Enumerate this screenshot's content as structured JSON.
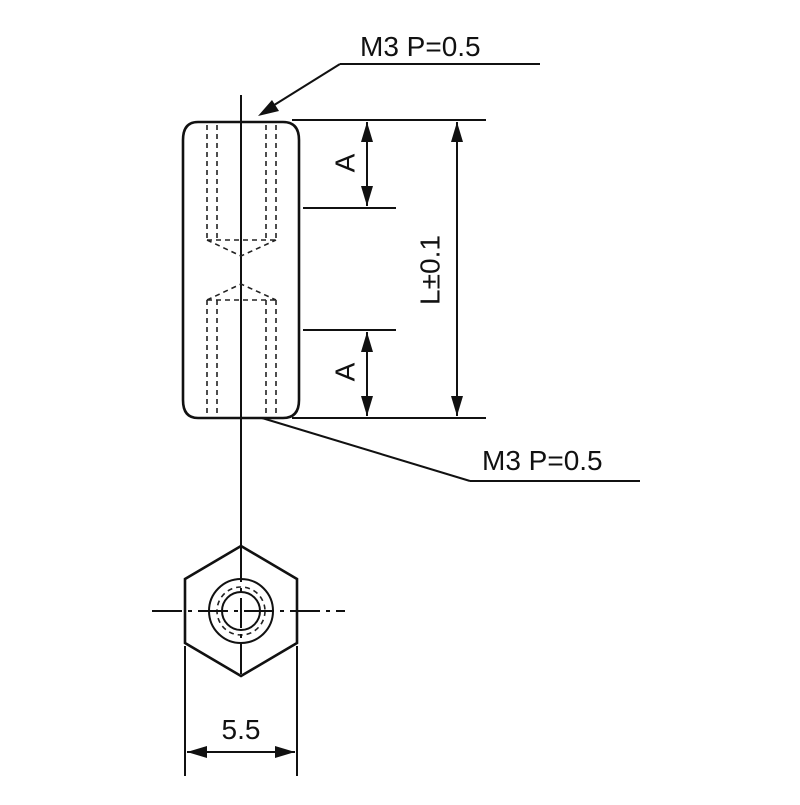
{
  "callouts": {
    "top_thread": "M3 P=0.5",
    "bottom_thread": "M3 P=0.5"
  },
  "dimensions": {
    "thread_depth_top": "A",
    "thread_depth_bottom": "A",
    "length": "L±0.1",
    "hex_width": "5.5"
  },
  "colors": {
    "line": "#111111",
    "background": "#ffffff"
  }
}
